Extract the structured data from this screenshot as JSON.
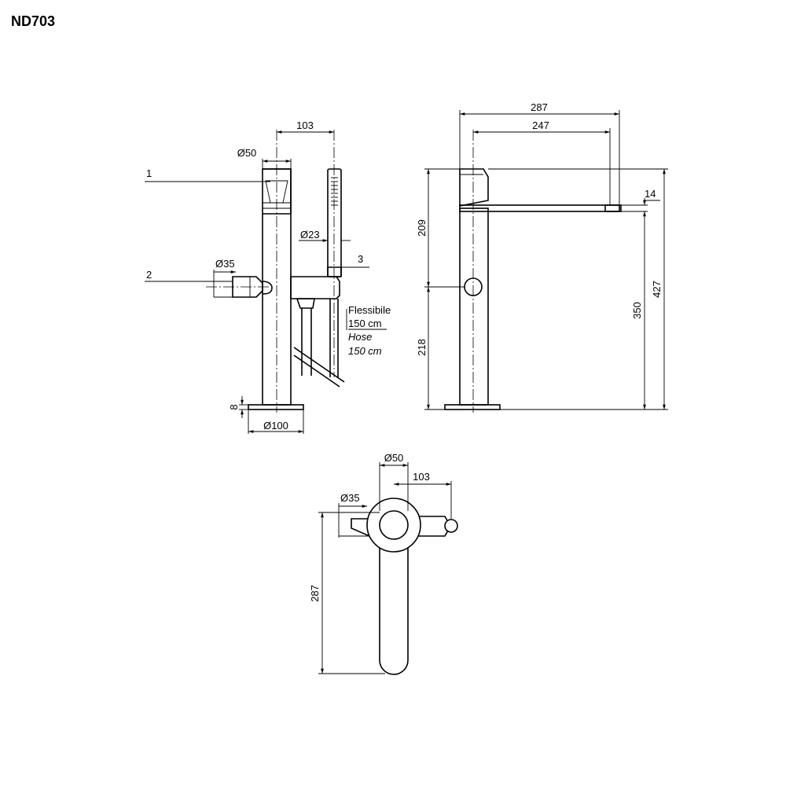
{
  "title": "ND703",
  "callouts": {
    "c1": "1",
    "c2": "2",
    "c3": "3"
  },
  "hose_note": {
    "it_line1": "Flessibile",
    "it_line2": "150 cm",
    "en_line1": "Hose",
    "en_line2": "150 cm"
  },
  "front_view": {
    "d_lever": "Ø50",
    "d_handle": "Ø35",
    "d_shower": "Ø23",
    "d_base": "Ø100",
    "offset": "103",
    "base_thickness": "8"
  },
  "side_view": {
    "overall_width": "287",
    "spout_reach": "247",
    "spout_thickness": "14",
    "upper_height": "209",
    "lower_height": "218",
    "spout_height": "350",
    "overall_height": "427"
  },
  "top_view": {
    "d_lever": "Ø50",
    "d_handle": "Ø35",
    "offset": "103",
    "depth": "287"
  }
}
